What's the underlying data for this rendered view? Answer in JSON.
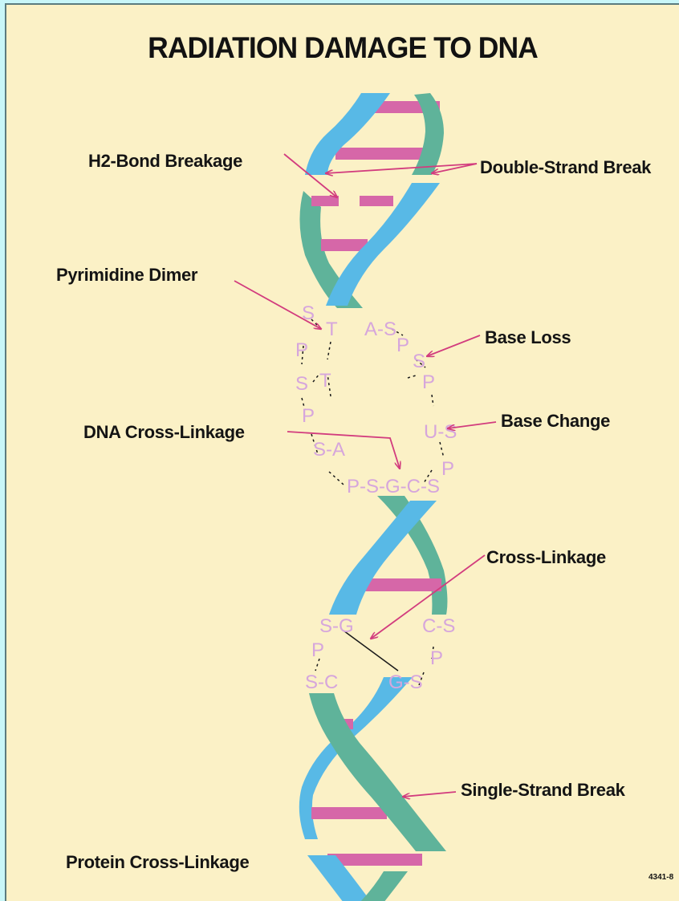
{
  "title": "RADIATION DAMAGE TO DNA",
  "labels": {
    "h2_bond_breakage": "H2-Bond Breakage",
    "double_strand_break": "Double-Strand Break",
    "pyrimidine_dimer": "Pyrimidine Dimer",
    "base_loss": "Base Loss",
    "dna_cross_linkage": "DNA Cross-Linkage",
    "base_change": "Base Change",
    "cross_linkage": "Cross-Linkage",
    "single_strand_break": "Single-Strand Break",
    "protein_cross_linkage": "Protein Cross-Linkage"
  },
  "figure_code": "4341-8",
  "colors": {
    "background": "#fbf1c6",
    "outer": "#c8f6f8",
    "strand_blue": "#58b9e6",
    "strand_green": "#5fb39a",
    "base_pair": "#d667a8",
    "arrow": "#d23c7e",
    "letters": "#d6a6dc"
  },
  "glyphs": {
    "g1": "S",
    "g2": "T",
    "g3": "A-S",
    "g4": "P",
    "g5": "P",
    "g6": "S",
    "g7": "S",
    "g8": "T",
    "g9": "P",
    "g10": "P",
    "g11": "U-S",
    "g12": "S-A",
    "g13": "P-S-G-C-S",
    "g14": "P",
    "g15": "S-G",
    "g16": "C-S",
    "g17": "P",
    "g18": "P",
    "g19": "S-C",
    "g20": "G-S"
  }
}
